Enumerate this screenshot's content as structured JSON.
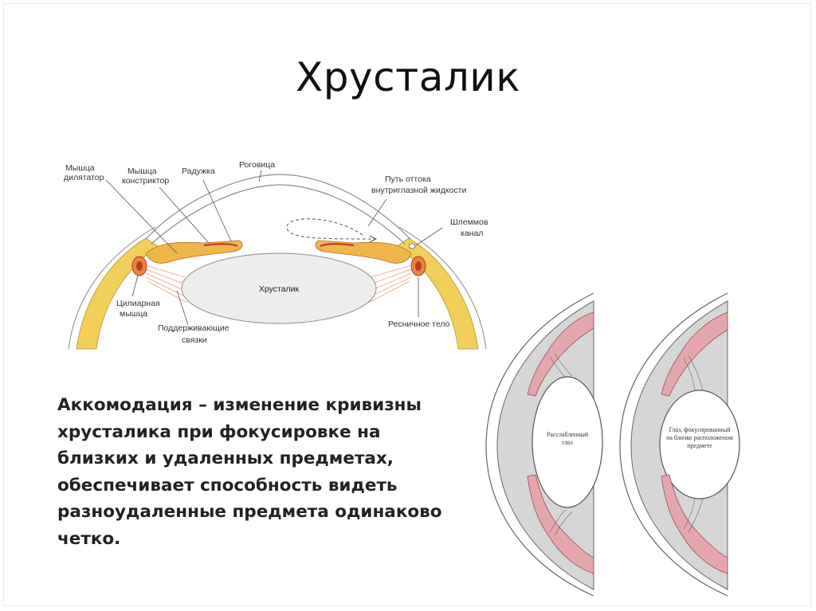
{
  "slide": {
    "title": "Хрусталик",
    "paragraph": "Аккомодация –  изменение кривизны хрусталика при фокусировке на близких и удаленных предметах, обеспечивает способность видеть разноудаленные предмета одинаково четко."
  },
  "anatomy_diagram": {
    "labels": {
      "dilator_line1": "Мышца",
      "dilator_line2": "дилятатор",
      "constrictor_line1": "Мышца",
      "constrictor_line2": "констриктор",
      "iris": "Радужка",
      "cornea": "Роговица",
      "outflow_line1": "Путь оттока",
      "outflow_line2": "внутриглазной жидкости",
      "schlemm_line1": "Шлеммов",
      "schlemm_line2": "канал",
      "lens": "Хрусталик",
      "ciliary_line1": "Цилиарная",
      "ciliary_line2": "мышца",
      "zonules_line1": "Поддерживающие",
      "zonules_line2": "связки",
      "ciliary_body": "Ресничное тело"
    },
    "colors": {
      "sclera": "#f2cf5a",
      "iris": "#f0b64a",
      "iris_red": "#c0392b",
      "lens_fill": "#eeeeee",
      "zonule": "#e7a080"
    }
  },
  "accommodation_diagrams": {
    "relaxed_line1": "Расслабленный",
    "relaxed_line2": "глаз",
    "focused_line1": "Глаз, фокусированный",
    "focused_line2": "на близко расположеном",
    "focused_line3": "предмете",
    "colors": {
      "eye_fill": "#d6d6d6",
      "muscle": "#e5a7ad",
      "muscle_stroke": "#9b4b55"
    }
  }
}
